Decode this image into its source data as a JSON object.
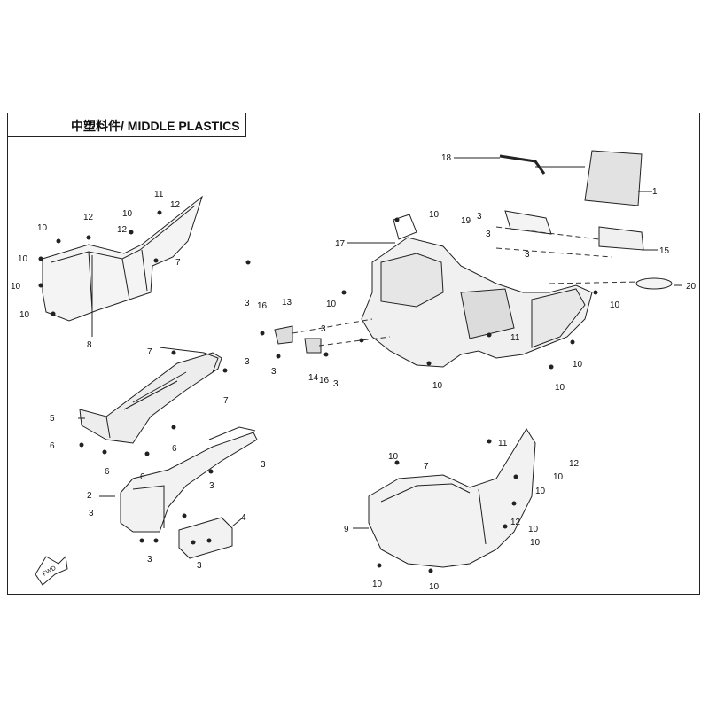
{
  "title": "中塑料件/ MIDDLE PLASTICS",
  "fwd_label": "FWD",
  "callouts": [
    {
      "id": "c1",
      "text": "1"
    },
    {
      "id": "c2",
      "text": "2"
    },
    {
      "id": "c3a",
      "text": "3"
    },
    {
      "id": "c3b",
      "text": "3"
    },
    {
      "id": "c3c",
      "text": "3"
    },
    {
      "id": "c3d",
      "text": "3"
    },
    {
      "id": "c3e",
      "text": "3"
    },
    {
      "id": "c3f",
      "text": "3"
    },
    {
      "id": "c3g",
      "text": "3"
    },
    {
      "id": "c3h",
      "text": "3"
    },
    {
      "id": "c3i",
      "text": "3"
    },
    {
      "id": "c3j",
      "text": "3"
    },
    {
      "id": "c3k",
      "text": "3"
    },
    {
      "id": "c3l",
      "text": "3"
    },
    {
      "id": "c3m",
      "text": "3"
    },
    {
      "id": "c4",
      "text": "4"
    },
    {
      "id": "c5",
      "text": "5"
    },
    {
      "id": "c6a",
      "text": "6"
    },
    {
      "id": "c6b",
      "text": "6"
    },
    {
      "id": "c6c",
      "text": "6"
    },
    {
      "id": "c6d",
      "text": "6"
    },
    {
      "id": "c7a",
      "text": "7"
    },
    {
      "id": "c7b",
      "text": "7"
    },
    {
      "id": "c7c",
      "text": "7"
    },
    {
      "id": "c7d",
      "text": "7"
    },
    {
      "id": "c8",
      "text": "8"
    },
    {
      "id": "c9",
      "text": "9"
    },
    {
      "id": "c10a",
      "text": "10"
    },
    {
      "id": "c10b",
      "text": "10"
    },
    {
      "id": "c10c",
      "text": "10"
    },
    {
      "id": "c10d",
      "text": "10"
    },
    {
      "id": "c10e",
      "text": "10"
    },
    {
      "id": "c10f",
      "text": "10"
    },
    {
      "id": "c10g",
      "text": "10"
    },
    {
      "id": "c10h",
      "text": "10"
    },
    {
      "id": "c10i",
      "text": "10"
    },
    {
      "id": "c10j",
      "text": "10"
    },
    {
      "id": "c10k",
      "text": "10"
    },
    {
      "id": "c10l",
      "text": "10"
    },
    {
      "id": "c10m",
      "text": "10"
    },
    {
      "id": "c10n",
      "text": "10"
    },
    {
      "id": "c10o",
      "text": "10"
    },
    {
      "id": "c10p",
      "text": "10"
    },
    {
      "id": "c10q",
      "text": "10"
    },
    {
      "id": "c10r",
      "text": "10"
    },
    {
      "id": "c11a",
      "text": "11"
    },
    {
      "id": "c11b",
      "text": "11"
    },
    {
      "id": "c11c",
      "text": "11"
    },
    {
      "id": "c12a",
      "text": "12"
    },
    {
      "id": "c12b",
      "text": "12"
    },
    {
      "id": "c12c",
      "text": "12"
    },
    {
      "id": "c12d",
      "text": "12"
    },
    {
      "id": "c12e",
      "text": "12"
    },
    {
      "id": "c13",
      "text": "13"
    },
    {
      "id": "c14",
      "text": "14"
    },
    {
      "id": "c15",
      "text": "15"
    },
    {
      "id": "c16a",
      "text": "16"
    },
    {
      "id": "c16b",
      "text": "16"
    },
    {
      "id": "c17",
      "text": "17"
    },
    {
      "id": "c18",
      "text": "18"
    },
    {
      "id": "c19",
      "text": "19"
    },
    {
      "id": "c20",
      "text": "20"
    }
  ]
}
